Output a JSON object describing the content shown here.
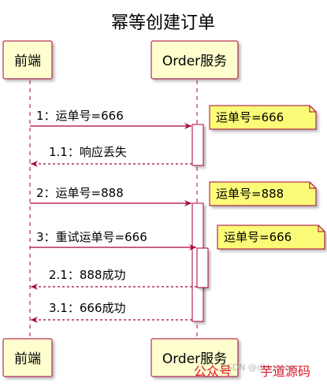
{
  "title": "幂等创建订单",
  "participants": [
    {
      "id": "frontend",
      "label": "前端"
    },
    {
      "id": "order",
      "label": "Order服务"
    }
  ],
  "messages": [
    {
      "label": "1：运单号=666",
      "from": "frontend",
      "to": "order",
      "style": "solid"
    },
    {
      "label": "1.1：响应丢失",
      "from": "order",
      "to": "frontend",
      "style": "dashed"
    },
    {
      "label": "2：运单号=888",
      "from": "frontend",
      "to": "order",
      "style": "solid"
    },
    {
      "label": "3：重试运单号=666",
      "from": "frontend",
      "to": "order",
      "style": "solid"
    },
    {
      "label": "2.1：888成功",
      "from": "order",
      "to": "frontend",
      "style": "dashed"
    },
    {
      "label": "3.1：666成功",
      "from": "order",
      "to": "frontend",
      "style": "dashed"
    }
  ],
  "notes": [
    "运单号=666",
    "运单号=888",
    "运单号=666"
  ],
  "watermark": {
    "part1": "公众号",
    "part2": "芋道源码",
    "faint": "CSDN @dingtone"
  },
  "colors": {
    "participant_fill": "#fefece",
    "participant_border": "#a80036",
    "note_fill": "#fbfb77",
    "activation_fill": "#ffffff",
    "arrow": "#a80036",
    "watermark": "#e0152a"
  }
}
